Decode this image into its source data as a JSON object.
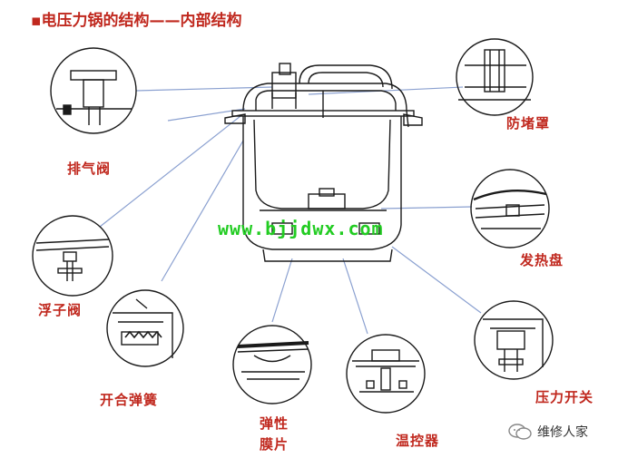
{
  "title": "▪电压力锅的结构——内部结构",
  "url_text": "www.bjjdwx.com",
  "watermark": "维修人家",
  "labels": {
    "exhaust_valve": "排气阀",
    "float_valve": "浮子阀",
    "open_close_spring": "开合弹簧",
    "elastic": "弹性",
    "membrane": "膜片",
    "thermostat": "温控器",
    "pressure_switch": "压力开关",
    "heating_plate": "发热盘",
    "anti_block_cover": "防堵罩"
  },
  "colors": {
    "label": "#c0281e",
    "url": "#22cc22",
    "leader": "#8aa0d0",
    "line": "#1a1a1a"
  }
}
